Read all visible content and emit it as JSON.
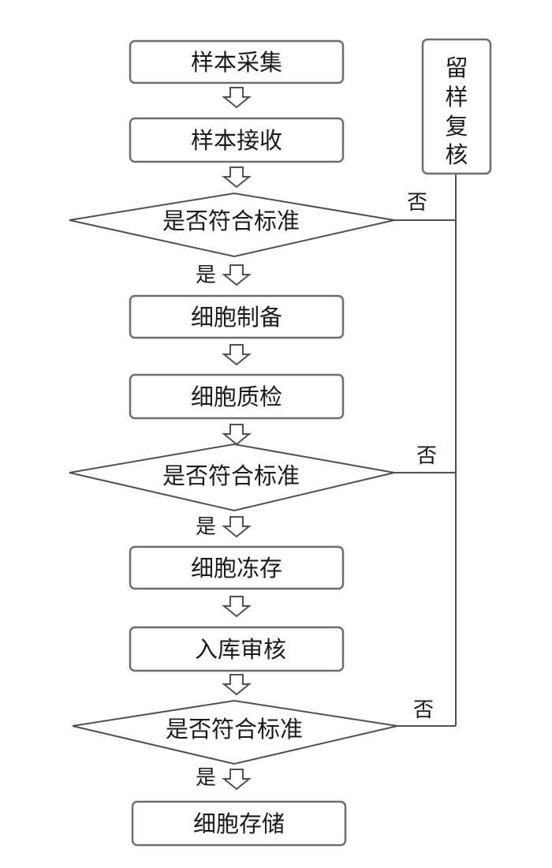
{
  "flowchart": {
    "steps": {
      "sample_collection": "样本采集",
      "sample_receipt": "样本接收",
      "cell_preparation": "细胞制备",
      "cell_qc": "细胞质检",
      "cell_cryo": "细胞冻存",
      "storage_review": "入库审核",
      "cell_storage": "细胞存储"
    },
    "decisions": {
      "check_1": "是否符合标准",
      "check_2": "是否符合标准",
      "check_3": "是否符合标准"
    },
    "branch_labels": {
      "yes_1": "是",
      "yes_2": "是",
      "yes_3": "是",
      "no_1": "否",
      "no_2": "否",
      "no_3": "否"
    },
    "side_box": {
      "chars": [
        "留",
        "样",
        "复",
        "核"
      ]
    }
  }
}
